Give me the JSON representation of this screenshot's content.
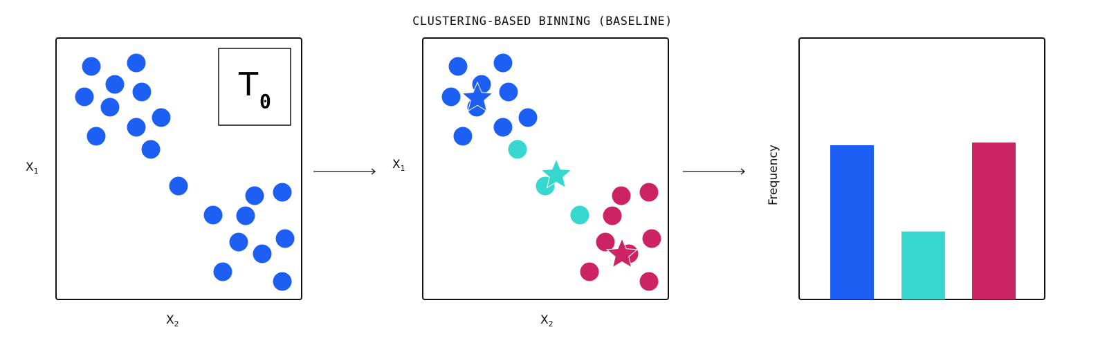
{
  "title": "CLUSTERING-BASED BINNING (BASELINE)",
  "panel1": {
    "inset_label": "T",
    "inset_subscript": "0",
    "y_label": "X",
    "y_subscript": "1",
    "x_label": "X",
    "x_subscript": "2"
  },
  "panel2": {
    "y_label": "X",
    "y_subscript": "1",
    "x_label": "X",
    "x_subscript": "2"
  },
  "histogram": {
    "y_label": "Frequency"
  },
  "colors": {
    "blue": "#1c5ff2",
    "cyan": "#37d6cf",
    "magenta": "#cc2364",
    "frame": "#111111"
  },
  "chart_data": {
    "type": "bar",
    "ylabel": "Frequency",
    "categories": [
      "blue",
      "cyan",
      "magenta"
    ],
    "values": [
      0.59,
      0.26,
      0.6
    ],
    "ylim": [
      0,
      1
    ]
  }
}
